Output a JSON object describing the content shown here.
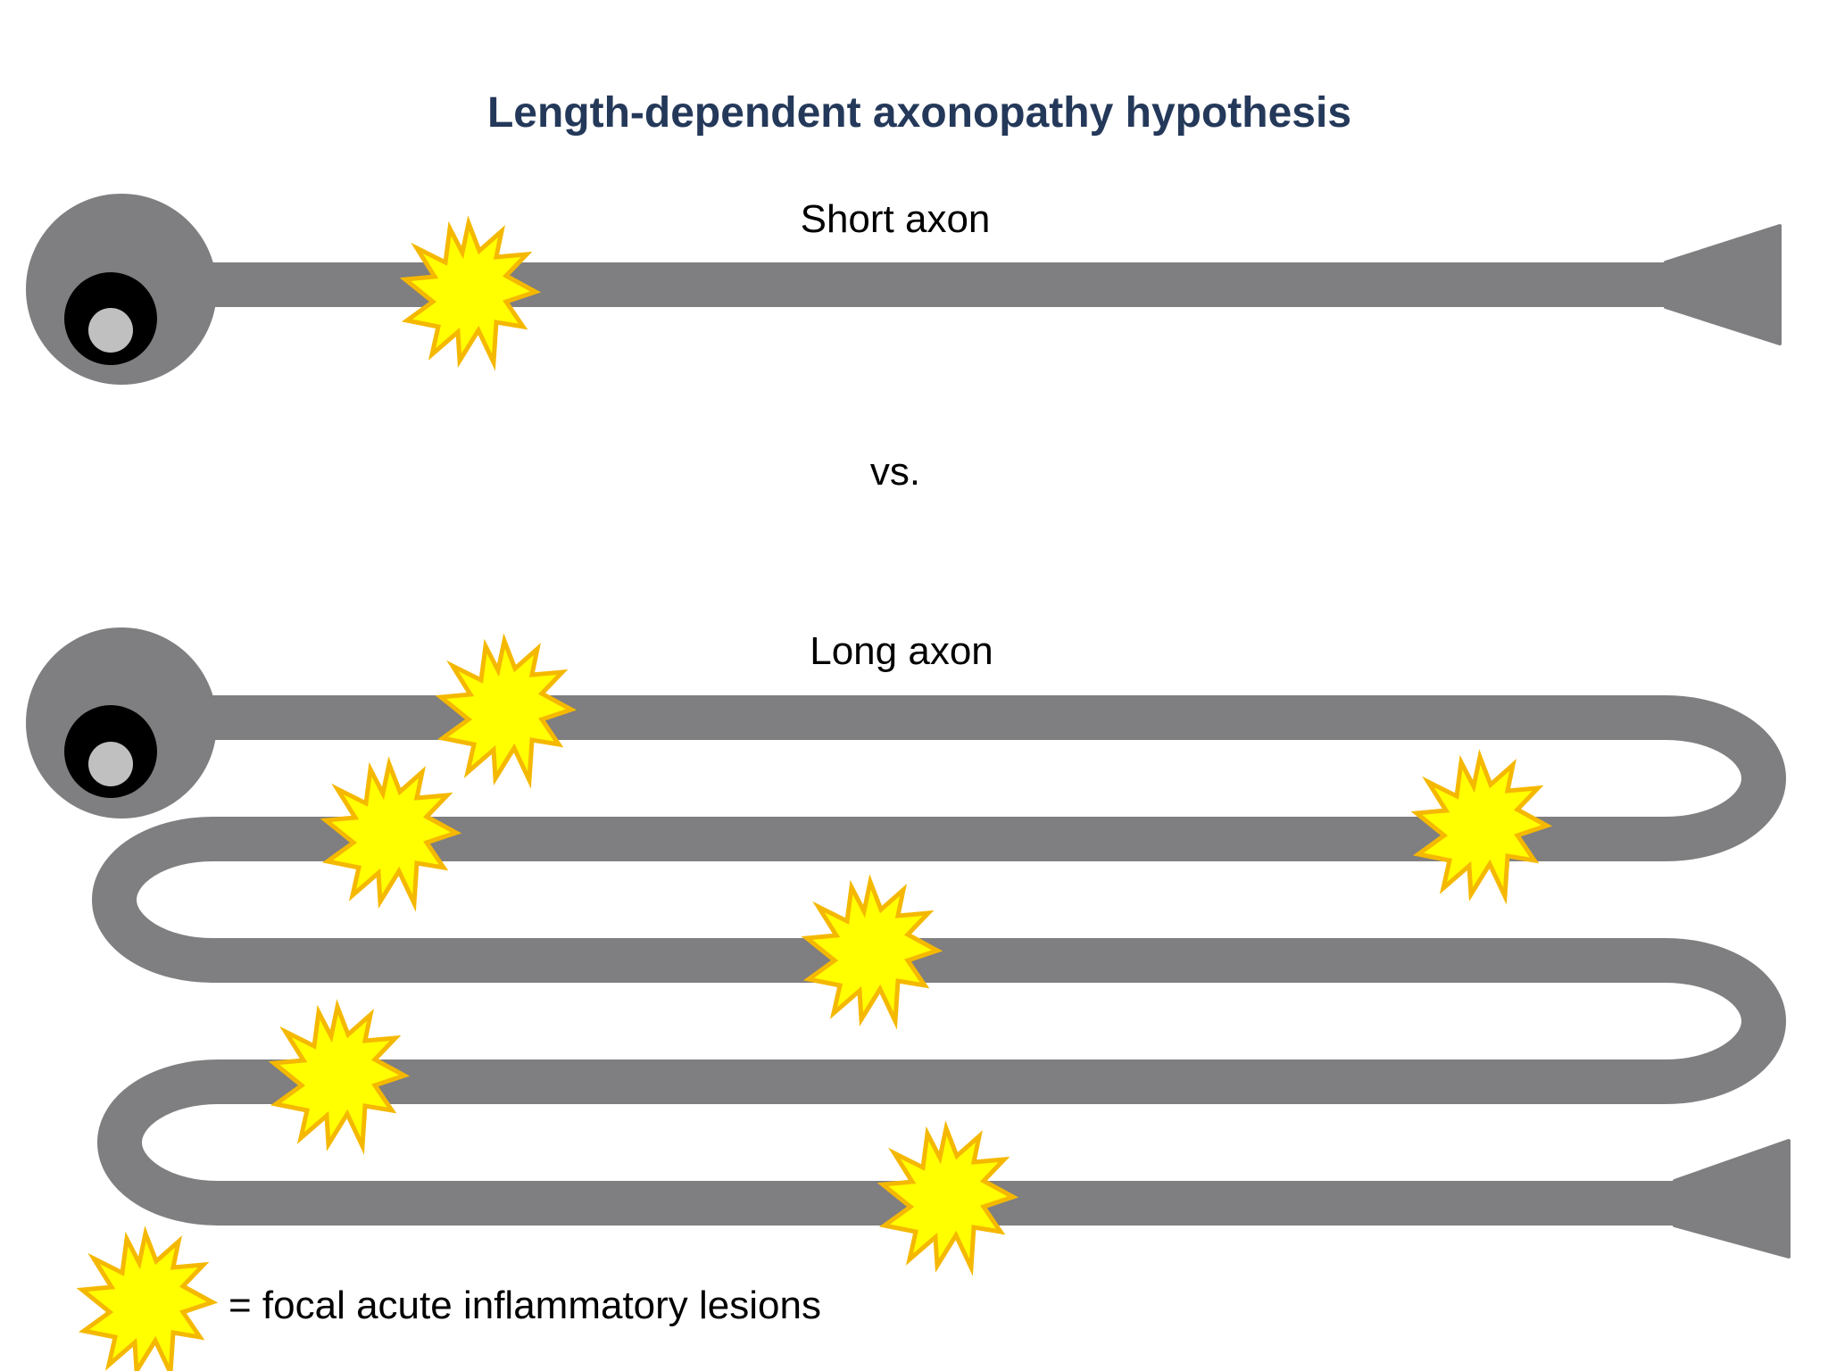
{
  "title": "Length-dependent axonopathy hypothesis",
  "short_axon_label": "Short axon",
  "vs_label": "vs.",
  "long_axon_label": "Long axon",
  "legend_text": "= focal acute inflammatory lesions",
  "colors": {
    "title": "#24395a",
    "axon": "#7f7e80",
    "soma": "#7f7e80",
    "nucleus": "#000000",
    "nucleolus": "#c0c0c0",
    "lesion_fill": "#ffff00",
    "lesion_stroke": "#f5b800",
    "text": "#000000"
  },
  "icons": {
    "lesion": "starburst-icon",
    "neuron": "neuron-cell-body-icon",
    "terminal": "axon-terminal-icon"
  }
}
